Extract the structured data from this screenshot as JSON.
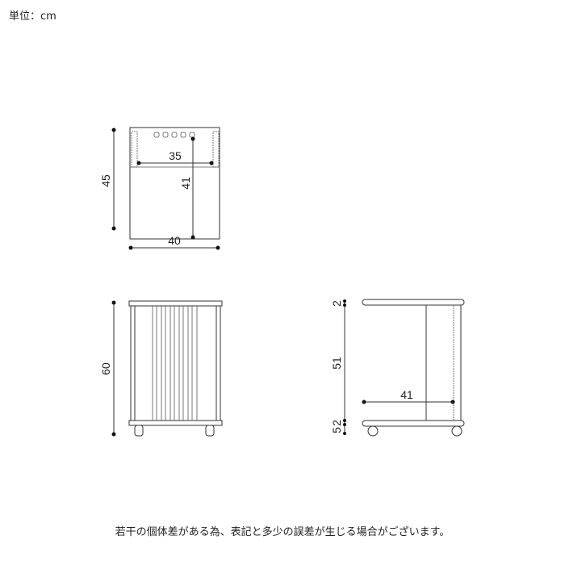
{
  "header": {
    "unit_label": "単位：cm"
  },
  "top_view": {
    "depth": "45",
    "inner_width": "35",
    "inner_depth": "41",
    "width": "40"
  },
  "front_view": {
    "height": "60"
  },
  "side_view": {
    "top_thickness": "2",
    "inner_height": "51",
    "inner_depth": "41",
    "bottom_thickness": "2",
    "caster_height": "5"
  },
  "footer": {
    "note": "若干の個体差がある為、表記と多少の誤差が生じる場合がございます。"
  }
}
